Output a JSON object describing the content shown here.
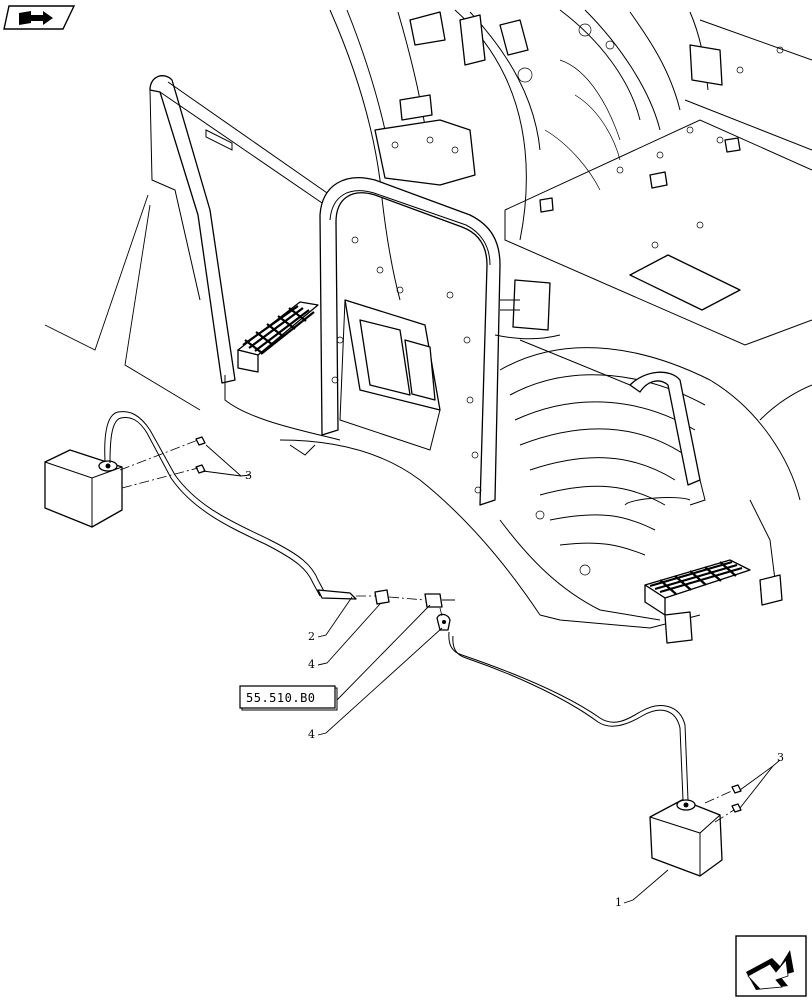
{
  "icons": {
    "top_left": "book-arrow-icon",
    "bottom_right": "next-page-arrow-icon"
  },
  "callouts": {
    "c1": "1",
    "c2": "2",
    "c3a": "3",
    "c3b": "3",
    "c4a": "4",
    "c4b": "4"
  },
  "reference": {
    "label": "55.510.B0"
  }
}
